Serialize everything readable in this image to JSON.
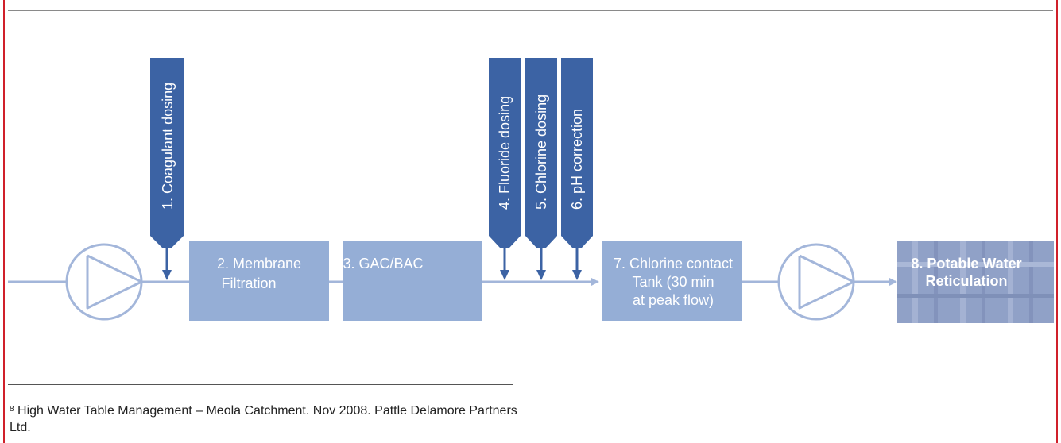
{
  "diagram": {
    "dosing": [
      {
        "label": "1. Coagulant dosing"
      },
      {
        "label": "4. Fluoride dosing"
      },
      {
        "label": "5. Chlorine dosing"
      },
      {
        "label": "6. pH correction"
      }
    ],
    "stages": [
      {
        "line1": "2. Membrane",
        "line2": "Filtration"
      },
      {
        "line1": "3. GAC/BAC"
      },
      {
        "line1": "7. Chlorine contact",
        "line2": "Tank (30 min",
        "line3": "at peak flow)"
      },
      {
        "line1": "8. Potable Water",
        "line2": "Reticulation"
      }
    ],
    "pumps": [
      "pump",
      "pump"
    ],
    "colors": {
      "dark": "#3c63a4",
      "light": "#95aed6",
      "line": "#a3b6da",
      "white": "#ffffff"
    }
  },
  "footnote": {
    "marker": "8",
    "text": "High Water Table Management – Meola Catchment. Nov 2008. Pattle Delamore Partners Ltd."
  }
}
